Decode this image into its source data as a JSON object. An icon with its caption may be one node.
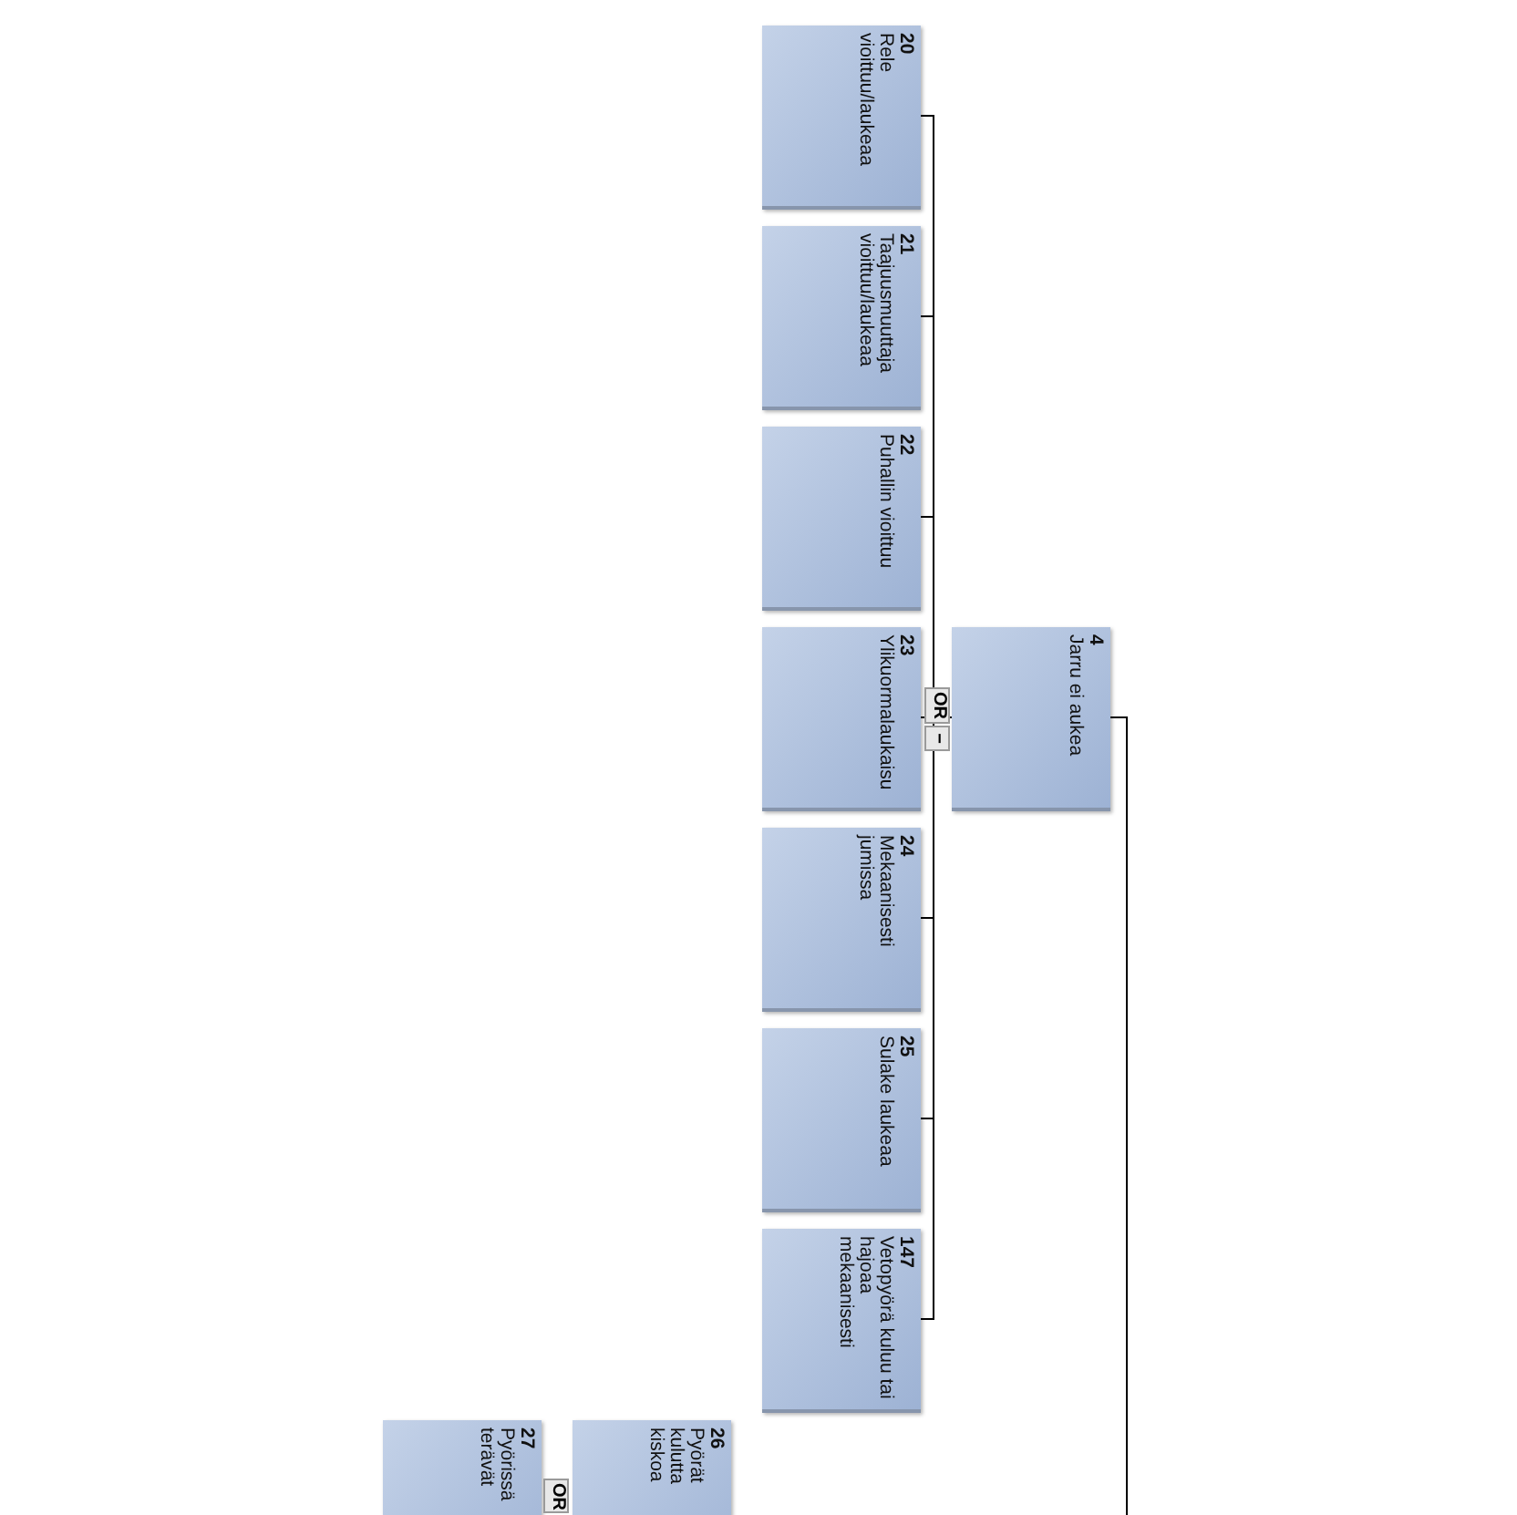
{
  "diagram": {
    "nodes": [
      {
        "text": [
          "20",
          "Rele vioittuu/laukeaa"
        ]
      },
      {
        "text": [
          "21",
          "Taajuusmuuttaja vioittuu/laukeaa"
        ]
      },
      {
        "text": [
          "22",
          "Puhallin vioittuu"
        ]
      },
      {
        "text": [
          "23",
          "Ylikuormalaukaisu"
        ]
      },
      {
        "text": [
          "24",
          "Mekaanisesti jumissa"
        ]
      },
      {
        "text": [
          "25",
          "Sulake laukeaa"
        ]
      },
      {
        "text": [
          "147",
          "Vetopyörä kuluu tai hajoaa mekaanisesti"
        ]
      },
      {
        "text": [
          "4",
          "Jarru ei aukea"
        ]
      },
      {
        "text": [
          "27",
          "Pyörissä terävät"
        ]
      },
      {
        "text": [
          "26",
          "Pyörät kulutta kiskoa"
        ]
      }
    ],
    "edges": [
      {
        "from": 7,
        "to": 0,
        "arrow": "none"
      },
      {
        "from": 7,
        "to": 1,
        "arrow": "none"
      },
      {
        "from": 7,
        "to": 2,
        "arrow": "none"
      },
      {
        "from": 7,
        "to": 3,
        "arrow": "none"
      },
      {
        "from": 7,
        "to": 4,
        "arrow": "none"
      },
      {
        "from": 7,
        "to": 5,
        "arrow": "none"
      },
      {
        "from": 7,
        "to": 6,
        "arrow": "none"
      },
      {
        "from": 7,
        "to": null,
        "arrow": "none"
      }
    ],
    "labels": [
      "OR",
      "−",
      "OR"
    ]
  }
}
